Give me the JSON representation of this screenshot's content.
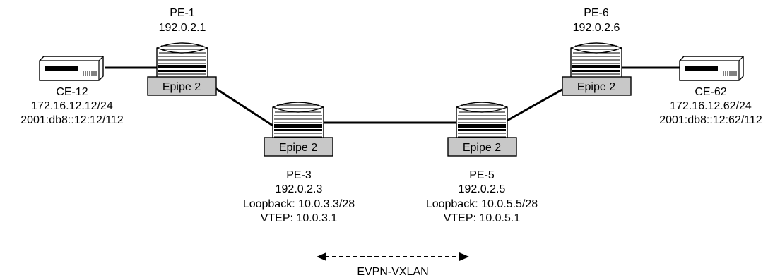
{
  "diagram": {
    "nodes": {
      "pe1": {
        "name": "PE-1",
        "ip": "192.0.2.1",
        "service": "Epipe 2"
      },
      "pe3": {
        "name": "PE-3",
        "ip": "192.0.2.3",
        "loopback": "Loopback: 10.0.3.3/28",
        "vtep": "VTEP: 10.0.3.1",
        "service": "Epipe 2"
      },
      "pe5": {
        "name": "PE-5",
        "ip": "192.0.2.5",
        "loopback": "Loopback: 10.0.5.5/28",
        "vtep": "VTEP: 10.0.5.1",
        "service": "Epipe 2"
      },
      "pe6": {
        "name": "PE-6",
        "ip": "192.0.2.6",
        "service": "Epipe 2"
      },
      "ce12": {
        "name": "CE-12",
        "ipv4": "172.16.12.12/24",
        "ipv6": "2001:db8::12:12/112"
      },
      "ce62": {
        "name": "CE-62",
        "ipv4": "172.16.12.62/24",
        "ipv6": "2001:db8::12:62/112"
      }
    },
    "legend": {
      "label": "EVPN-VXLAN"
    }
  }
}
